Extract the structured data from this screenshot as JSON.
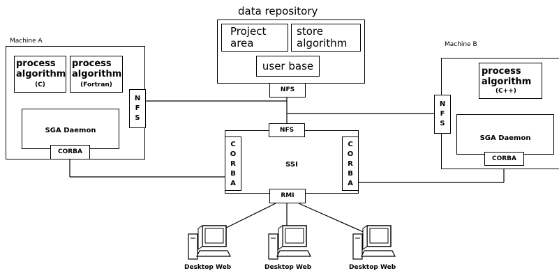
{
  "repository": {
    "title": "data repository",
    "project_area_line1": "Project",
    "project_area_line2": "area",
    "store_line1": "store",
    "store_line2": "algorithm",
    "user_base": "user base",
    "nfs": "NFS"
  },
  "machine_a": {
    "title": "Machine A",
    "proc_c_line1": "process",
    "proc_c_line2": "algorithm",
    "proc_c_lang": "(C)",
    "proc_f_line1": "process",
    "proc_f_line2": "algorithm",
    "proc_f_lang": "(Fortran)",
    "daemon": "SGA Daemon",
    "corba": "CORBA",
    "nfs": "N\nF\nS"
  },
  "machine_b": {
    "title": "Machine B",
    "proc_line1": "process",
    "proc_line2": "algorithm",
    "proc_lang": "(C++)",
    "daemon": "SGA Daemon",
    "corba": "CORBA",
    "nfs": "N\nF\nS"
  },
  "ssi": {
    "label": "SSI",
    "nfs": "NFS",
    "rmi": "RMI",
    "corba_left": "C\nO\nR\nB\nA",
    "corba_right": "C\nO\nR\nB\nA"
  },
  "desktops": [
    {
      "label": "Desktop Web"
    },
    {
      "label": "Desktop Web"
    },
    {
      "label": "Desktop Web"
    }
  ]
}
